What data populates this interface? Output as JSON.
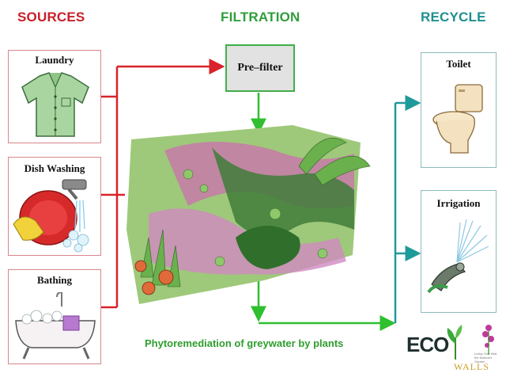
{
  "headers": {
    "sources": "SOURCES",
    "filtration": "FILTRATION",
    "recycle": "RECYCLE"
  },
  "sources": [
    {
      "label": "Laundry",
      "icon": "shirt-icon"
    },
    {
      "label": "Dish Washing",
      "icon": "dish-washing-icon"
    },
    {
      "label": "Bathing",
      "icon": "bathtub-icon"
    }
  ],
  "filtration": {
    "prefilter_label": "Pre–filter",
    "caption": "Phytoremediation of greywater by plants"
  },
  "recycle": [
    {
      "label": "Toilet",
      "icon": "toilet-icon"
    },
    {
      "label": "Irrigation",
      "icon": "sprinkler-icon"
    }
  ],
  "logo": {
    "text_top": "ECO",
    "text_bottom": "WALLS",
    "tagline": "Living Your Wall the Natural's Garden"
  },
  "colors": {
    "sources": "#c8202a",
    "filtration": "#3aa83a",
    "recycle": "#1f8f8f"
  }
}
